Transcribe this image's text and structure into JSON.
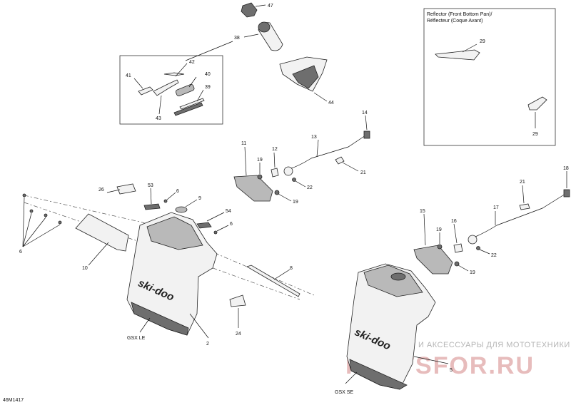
{
  "diagram_id": "46M1417",
  "reflector_box": {
    "title_line1": "Reflector (Front Bottom Pan)/",
    "title_line2": "Réflecteur (Coque Avant)"
  },
  "variants": {
    "left": "GSX LE",
    "right": "GSX SE"
  },
  "logo_text": "ski-doo",
  "watermark": {
    "line1": "ЗАПЧАСТИ И АКСЕССУАРЫ ДЛЯ МОТОТЕХНИКИ",
    "line2": "PARTSFOR.RU"
  },
  "callouts": {
    "c2": "2",
    "c5": "5",
    "c6a": "6",
    "c6b": "6",
    "c6c": "6",
    "c8": "8",
    "c9": "9",
    "c10": "10",
    "c11": "11",
    "c12": "12",
    "c13": "13",
    "c14": "14",
    "c15": "15",
    "c16": "16",
    "c17": "17",
    "c18": "18",
    "c19a": "19",
    "c19b": "19",
    "c19c": "19",
    "c19d": "19",
    "c21a": "21",
    "c21b": "21",
    "c22a": "22",
    "c22b": "22",
    "c24": "24",
    "c26": "26",
    "c29a": "29",
    "c29b": "29",
    "c38": "38",
    "c39": "39",
    "c40": "40",
    "c41": "41",
    "c42": "42",
    "c43": "43",
    "c44": "44",
    "c47": "47",
    "c53": "53",
    "c54": "54"
  }
}
